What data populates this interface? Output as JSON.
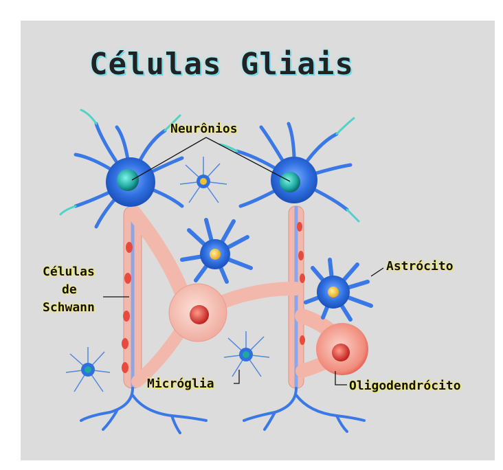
{
  "title": "Células Gliais",
  "labels": {
    "neuronios": "Neurônios",
    "schwann_1": "Células",
    "schwann_2": "de",
    "schwann_3": "Schwann",
    "astrocito": "Astrócito",
    "microglia": "Micróglia",
    "oligodendrocito": "Oligodendrócito"
  },
  "colors": {
    "background": "#dcdcdc",
    "neuron_blue": "#2f6fe0",
    "neuron_nucleus": "#1fa7a0",
    "glia_nucleus": "#f2c230",
    "schwann_pink": "#f2b8ac",
    "oligo_red": "#e9524a",
    "dendrite_teal": "#4fd3c6",
    "label_highlight": "#f2e63c",
    "title_glow": "#5fd6e6"
  }
}
